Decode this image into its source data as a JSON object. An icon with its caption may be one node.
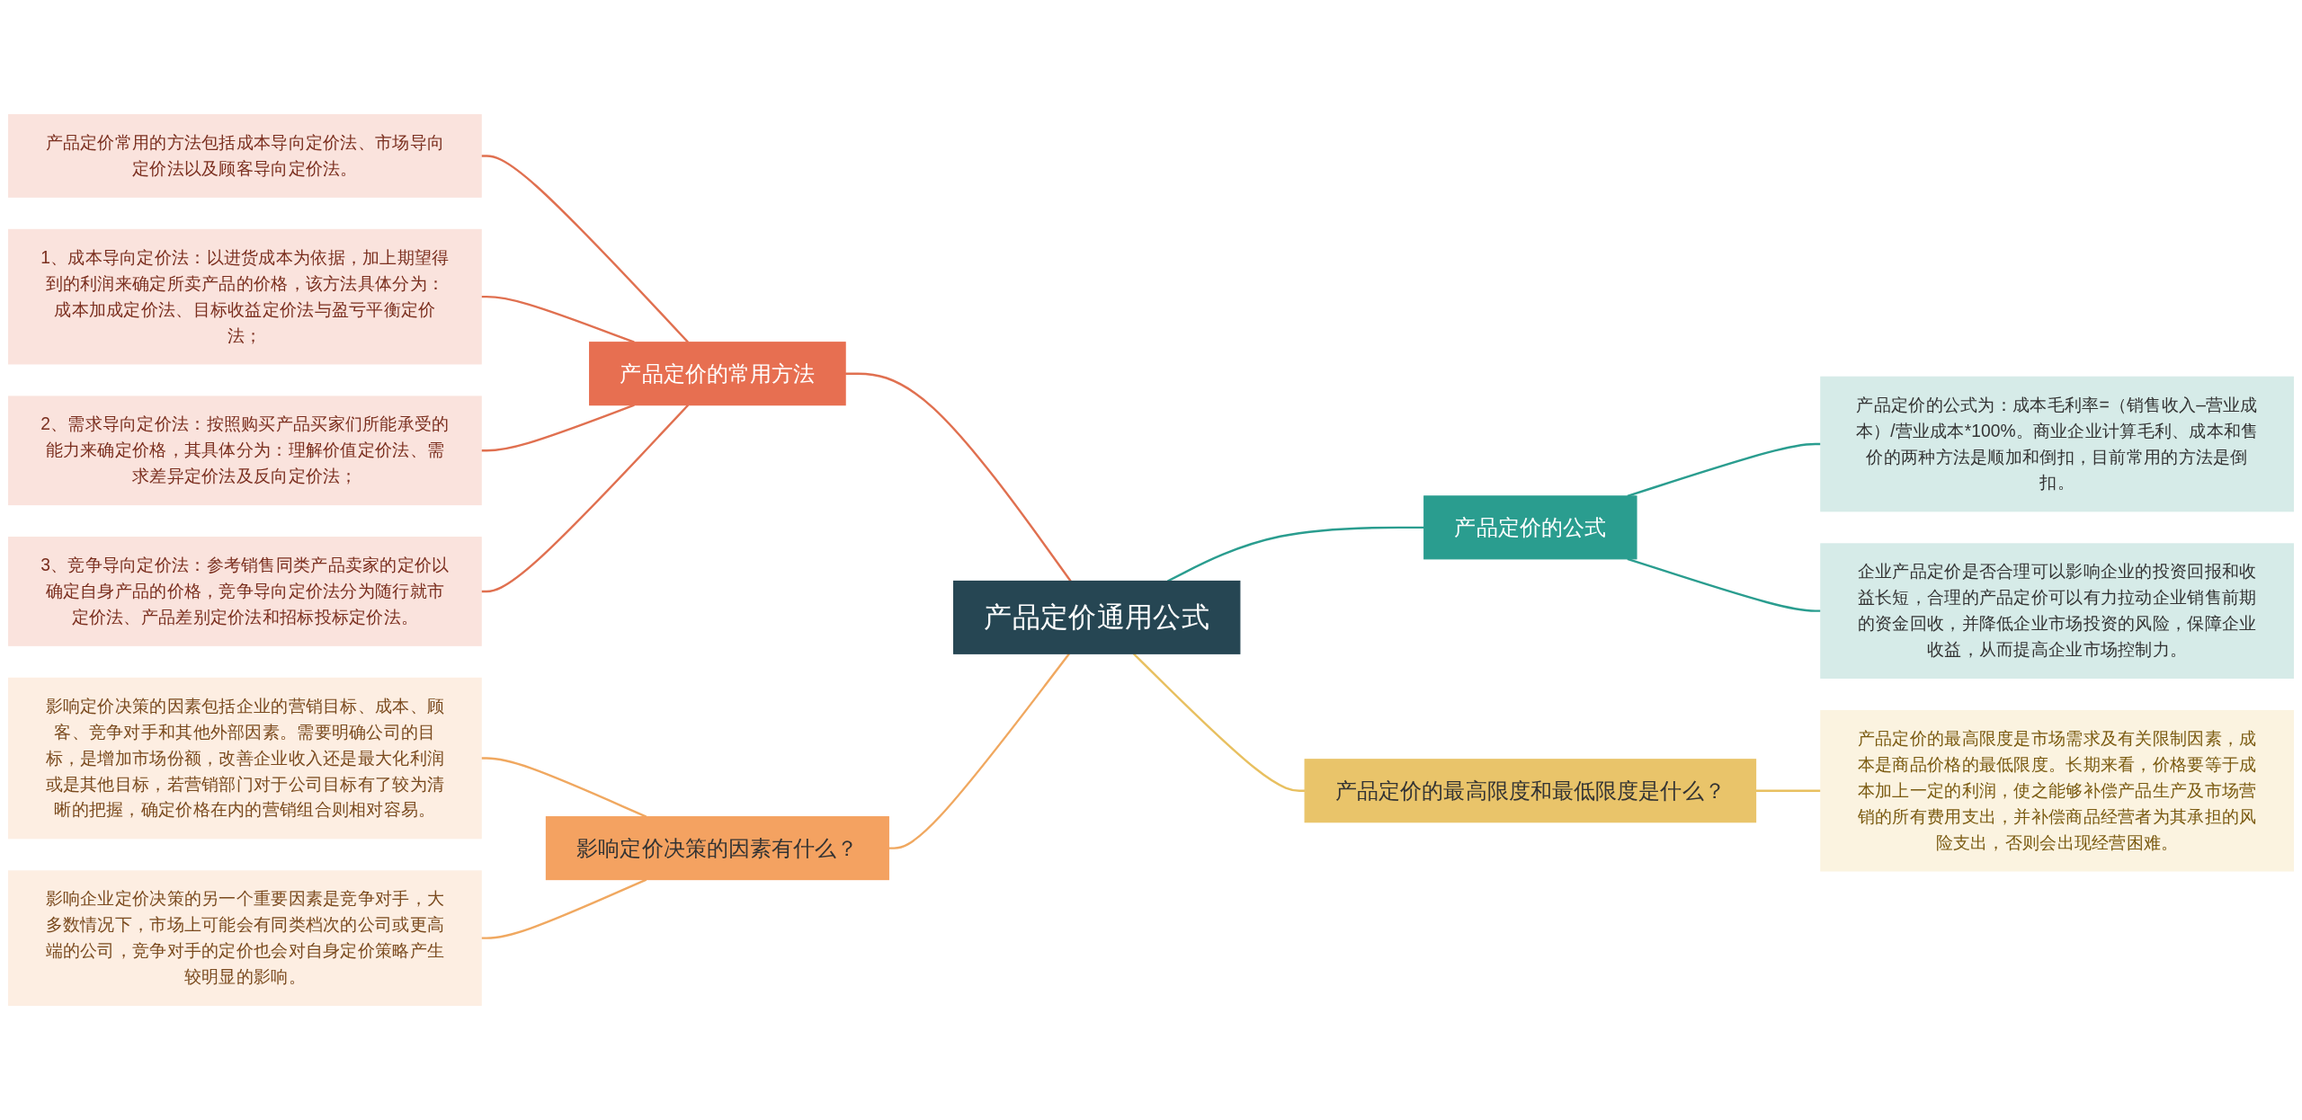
{
  "diagram": {
    "nodes": [
      {
        "text": [
          "产品定价通用公式"
        ]
      },
      {
        "text": [
          "产品定价的常用方法"
        ]
      },
      {
        "text": [
          "产品定价常用的方法包括成本导向定价法、市场导向定价法以及顾客导向定价法。"
        ]
      },
      {
        "text": [
          "1、成本导向定价法：以进货成本为依据，加上期望得到的利润来确定所卖产品的价格，该方法具体分为：成本加成定价法、目标收益定价法与盈亏平衡定价法；"
        ]
      },
      {
        "text": [
          "2、需求导向定价法：按照购买产品买家们所能承受的能力来确定价格，其具体分为：理解价值定价法、需求差异定价法及反向定价法；"
        ]
      },
      {
        "text": [
          "3、竞争导向定价法：参考销售同类产品卖家的定价以确定自身产品的价格，竞争导向定价法分为随行就市定价法、产品差别定价法和招标投标定价法。"
        ]
      },
      {
        "text": [
          "影响定价决策的因素有什么？"
        ]
      },
      {
        "text": [
          "影响定价决策的因素包括企业的营销目标、成本、顾客、竞争对手和其他外部因素。需要明确公司的目标，是增加市场份额，改善企业收入还是最大化利润或是其他目标，若营销部门对于公司目标有了较为清晰的把握，确定价格在内的营销组合则相对容易。"
        ]
      },
      {
        "text": [
          "影响企业定价决策的另一个重要因素是竞争对手，大多数情况下，市场上可能会有同类档次的公司或更高端的公司，竞争对手的定价也会对自身定价策略产生较明显的影响。"
        ]
      },
      {
        "text": [
          "产品定价的公式"
        ]
      },
      {
        "text": [
          "产品定价的公式为：成本毛利率=（销售收入–营业成本）/营业成本*100%。商业企业计算毛利、成本和售价的两种方法是顺加和倒扣，目前常用的方法是倒扣。"
        ]
      },
      {
        "text": [
          "企业产品定价是否合理可以影响企业的投资回报和收益长短，合理的产品定价可以有力拉动企业销售前期的资金回收，并降低企业市场投资的风险，保障企业收益，从而提高企业市场控制力。"
        ]
      },
      {
        "text": [
          "产品定价的最高限度和最低限度是什么？"
        ]
      },
      {
        "text": [
          "产品定价的最高限度是市场需求及有关限制因素，成本是商品价格的最低限度。长期来看，价格要等于成本加上一定的利润，使之能够补偿产品生产及市场营销的所有费用支出，并补偿商品经营者为其承担的风险支出，否则会出现经营困难。"
        ]
      }
    ],
    "edges": [
      {
        "from": 0,
        "to": 1,
        "arrow": "none",
        "color": "#e07050"
      },
      {
        "from": 1,
        "to": 2,
        "arrow": "none",
        "color": "#e07050"
      },
      {
        "from": 1,
        "to": 3,
        "arrow": "none",
        "color": "#e07050"
      },
      {
        "from": 1,
        "to": 4,
        "arrow": "none",
        "color": "#e07050"
      },
      {
        "from": 1,
        "to": 5,
        "arrow": "none",
        "color": "#e07050"
      },
      {
        "from": 0,
        "to": 6,
        "arrow": "none",
        "color": "#f0a860"
      },
      {
        "from": 6,
        "to": 7,
        "arrow": "none",
        "color": "#f0a860"
      },
      {
        "from": 6,
        "to": 8,
        "arrow": "none",
        "color": "#f0a860"
      },
      {
        "from": 0,
        "to": 9,
        "arrow": "none",
        "color": "#2a9d8f"
      },
      {
        "from": 9,
        "to": 10,
        "arrow": "none",
        "color": "#2a9d8f"
      },
      {
        "from": 9,
        "to": 11,
        "arrow": "none",
        "color": "#2a9d8f"
      },
      {
        "from": 0,
        "to": 12,
        "arrow": "none",
        "color": "#e8c060"
      },
      {
        "from": 12,
        "to": 13,
        "arrow": "none",
        "color": "#e8c060"
      }
    ]
  }
}
